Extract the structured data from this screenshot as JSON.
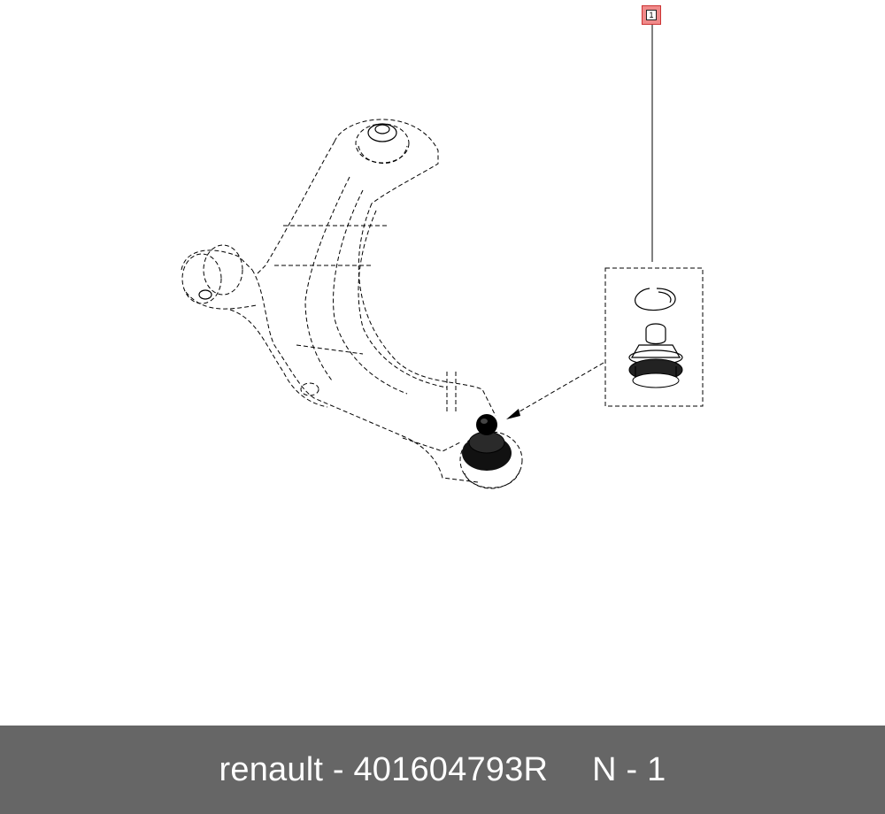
{
  "callout": {
    "number": "1"
  },
  "footer": {
    "brand": "renault",
    "separator": " - ",
    "part_number": "401604793R",
    "quantity_label": "N - 1"
  },
  "colors": {
    "footer_background": "#666666",
    "footer_text": "#ffffff",
    "callout_fill": "#f08a8a"
  }
}
